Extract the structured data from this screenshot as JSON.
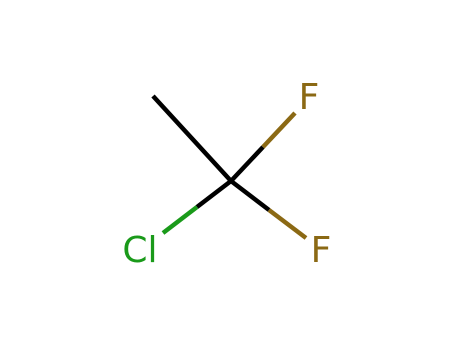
{
  "molecule": {
    "atoms": [
      {
        "id": "c_methyl",
        "element": "C",
        "label": ""
      },
      {
        "id": "c_center",
        "element": "C",
        "label": ""
      },
      {
        "id": "f_top",
        "element": "F",
        "label": "F"
      },
      {
        "id": "f_bottom",
        "element": "F",
        "label": "F"
      },
      {
        "id": "cl",
        "element": "Cl",
        "label": "Cl"
      }
    ],
    "bonds": [
      {
        "from": "c_methyl",
        "to": "c_center",
        "order": 1
      },
      {
        "from": "c_center",
        "to": "f_top",
        "order": 1
      },
      {
        "from": "c_center",
        "to": "f_bottom",
        "order": 1
      },
      {
        "from": "c_center",
        "to": "cl",
        "order": 1
      }
    ]
  },
  "colors": {
    "carbon": "#000000",
    "fluorine": "#8B6914",
    "chlorine": "#1A9A1A",
    "background": "#FFFFFF"
  }
}
